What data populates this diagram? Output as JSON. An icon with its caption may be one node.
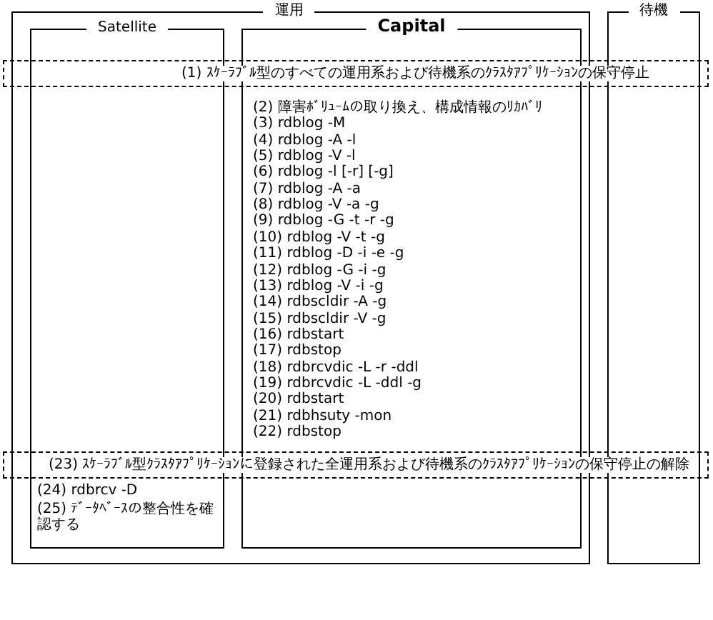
{
  "diagram": {
    "nodes": [
      {
        "text": [
          "運用"
        ]
      },
      {
        "text": [
          "Satellite",
          "(24) rdbrcv -D",
          "(25) ﾃﾞｰﾀﾍﾞｰｽの整合性を確認する"
        ],
        "in": 0
      },
      {
        "text": [
          "Capital",
          "(2) 障害ﾎﾞﾘｭｰﾑの取り換え、構成情報のﾘｶﾊﾞﾘ",
          "(3) rdblog -M",
          "(4) rdblog -A -l",
          "(5) rdblog -V -l",
          "(6) rdblog -l [-r] [-g]",
          "(7) rdblog -A -a",
          "(8) rdblog -V -a -g",
          "(9) rdblog -G -t -r -g",
          "(10) rdblog -V -t -g",
          "(11) rdblog -D -i -e -g",
          "(12) rdblog -G -i -g",
          "(13) rdblog -V -i -g",
          "(14) rdbscldir -A -g",
          "(15) rdbscldir -V -g",
          "(16) rdbstart",
          "(17) rdbstop",
          "(18) rdbrcvdic -L -r -ddl",
          "(19) rdbrcvdic -L -ddl -g",
          "(20) rdbstart",
          "(21) rdbhsuty -mon",
          "(22) rdbstop"
        ],
        "in": 0
      },
      {
        "text": [
          "待機"
        ]
      },
      {
        "text": [
          "(1) ｽｹｰﾗﾌﾞﾙ型のすべての運用系および待機系のｸﾗｽﾀｱﾌﾟﾘｹｰｼｮﾝの保守停止"
        ]
      },
      {
        "text": [
          "(23) ｽｹｰﾗﾌﾞﾙ型ｸﾗｽﾀｱﾌﾟﾘｹｰｼｮﾝに登録された全運用系および待機系のｸﾗｽﾀｱﾌﾟﾘｹｰｼｮﾝの保守停止の解除"
        ]
      }
    ]
  }
}
